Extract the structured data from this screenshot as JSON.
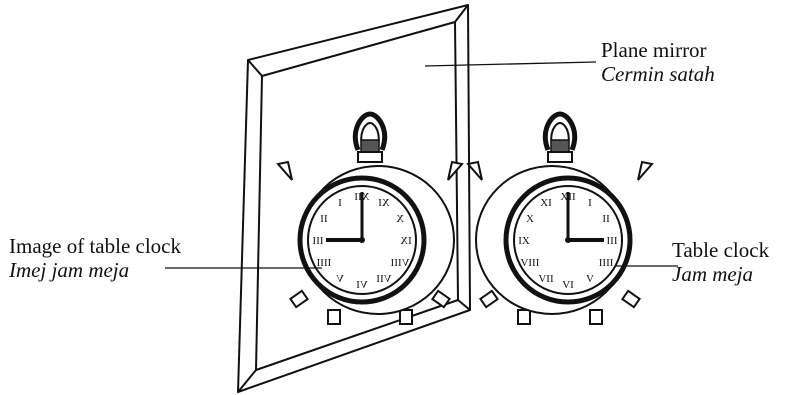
{
  "labels": {
    "plane_mirror": {
      "en": "Plane mirror",
      "ms": "Cermin satah"
    },
    "image_clock": {
      "en": "Image of table clock",
      "ms": "Imej jam meja"
    },
    "table_clock": {
      "en": "Table clock",
      "ms": "Jam meja"
    }
  },
  "clock": {
    "numerals": [
      "XII",
      "I",
      "II",
      "III",
      "IIII",
      "V",
      "VI",
      "VII",
      "VIII",
      "IX",
      "X",
      "XI"
    ]
  },
  "colors": {
    "ink": "#111111",
    "paper": "#ffffff"
  }
}
